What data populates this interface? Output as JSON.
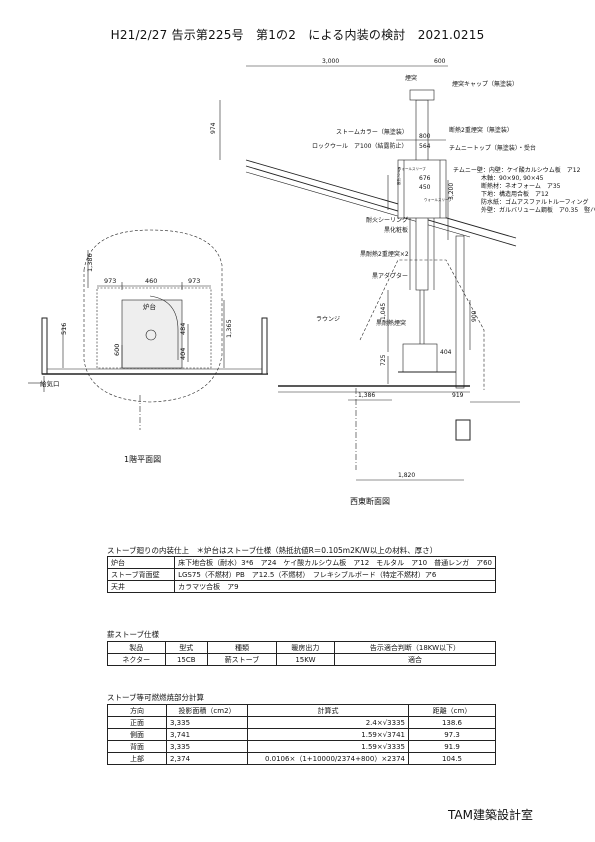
{
  "header": {
    "title": "H21/2/27 告示第225号　第1の2　による内装の検討　2021.0215"
  },
  "plan": {
    "caption": "1階平面図",
    "dims": {
      "d1386": "1,386",
      "d973a": "973",
      "d460": "460",
      "d973b": "973",
      "d516": "516",
      "d484": "484",
      "d1365": "1,365",
      "d600": "600",
      "d404": "404"
    },
    "labels": {
      "hearth": "炉台",
      "air_inlet": "給気口"
    }
  },
  "section": {
    "caption": "西東断面図",
    "dims": {
      "d3000": "3,000",
      "d600": "600",
      "d974": "974",
      "d800": "800",
      "d564": "564",
      "d676": "676",
      "d450": "450",
      "d3200": "3,200",
      "d1045": "1,045",
      "d900": "900",
      "d404": "404",
      "d725": "725",
      "d1386": "1,386",
      "d919": "919",
      "d1820": "1,820"
    },
    "labels": {
      "chimney": "煙突",
      "chimney_cap": "煙突キャップ（無塗装）",
      "storm_collar": "ストームカラー（無塗装）",
      "rockwool": "ロックウール　ア100（結露防止）",
      "insulated_pipe": "断熱2重煙突（無塗装）",
      "chimney_top": "チムニートップ（無塗装）・受台",
      "wall_header": "チムニー壁：内壁：ケイ酸カルシウム板　ア12",
      "wall_frame": "木軸：90×90, 90×45",
      "wall_insul": "断熱材：ネオフォーム　ア35",
      "wall_base": "下地：構造用合板　ア12",
      "wall_roofing": "防水紙：ゴムアスファルトルーフィング",
      "wall_outer": "外壁：ガルバリューム鋼板　ア0.35　竪ハゼ",
      "fire_seal": "耐火シーリング",
      "black_board": "黒化粧板",
      "black_pipe": "黒耐熱2重煙突×2",
      "black_adapter": "黒アダプター",
      "lounge": "ラウンジ",
      "black_single": "黒耐熱煙突",
      "wool_left": "ウォールスリーブ",
      "wool_right": "ウォールスリーブ",
      "heat_70": "断熱70mm"
    }
  },
  "finish": {
    "heading": "ストーブ廻りの内装仕上　＊炉台はストーブ仕様（熱抵抗値R＝0.105m2K/W以上の材料、厚さ）",
    "rows": [
      {
        "part": "炉台",
        "spec": "床下地合板（耐水）3*6　ア24　ケイ酸カルシウム板　ア12　モルタル　ア10　普通レンガ　ア60"
      },
      {
        "part": "ストーブ背面壁",
        "spec": "LGS75（不燃材）PB　ア12.5（不燃材）　フレキシブルボード（特定不燃材）ア6"
      },
      {
        "part": "天井",
        "spec": "カラマツ合板　ア9"
      }
    ]
  },
  "stove": {
    "heading": "薪ストーブ仕様",
    "headers": [
      "製品",
      "型式",
      "種類",
      "暖房出力",
      "告示適合判断（18KW以下）"
    ],
    "row": [
      "ネクター",
      "15CB",
      "薪ストーブ",
      "15KW",
      "適合"
    ]
  },
  "calc": {
    "heading": "ストーブ等可燃燃焼部分計算",
    "headers": [
      "方向",
      "投影面積（cm2）",
      "計算式",
      "距離（cm）"
    ],
    "rows": [
      [
        "正面",
        "3,335",
        "2.4×√3335",
        "138.6"
      ],
      [
        "側面",
        "3,741",
        "1.59×√3741",
        "97.3"
      ],
      [
        "背面",
        "3,335",
        "1.59×√3335",
        "91.9"
      ],
      [
        "上部",
        "2,374",
        "0.0106×（1+10000/2374+800）×2374",
        "104.5"
      ]
    ]
  },
  "footer": {
    "firm": "TAM建築設計室"
  }
}
